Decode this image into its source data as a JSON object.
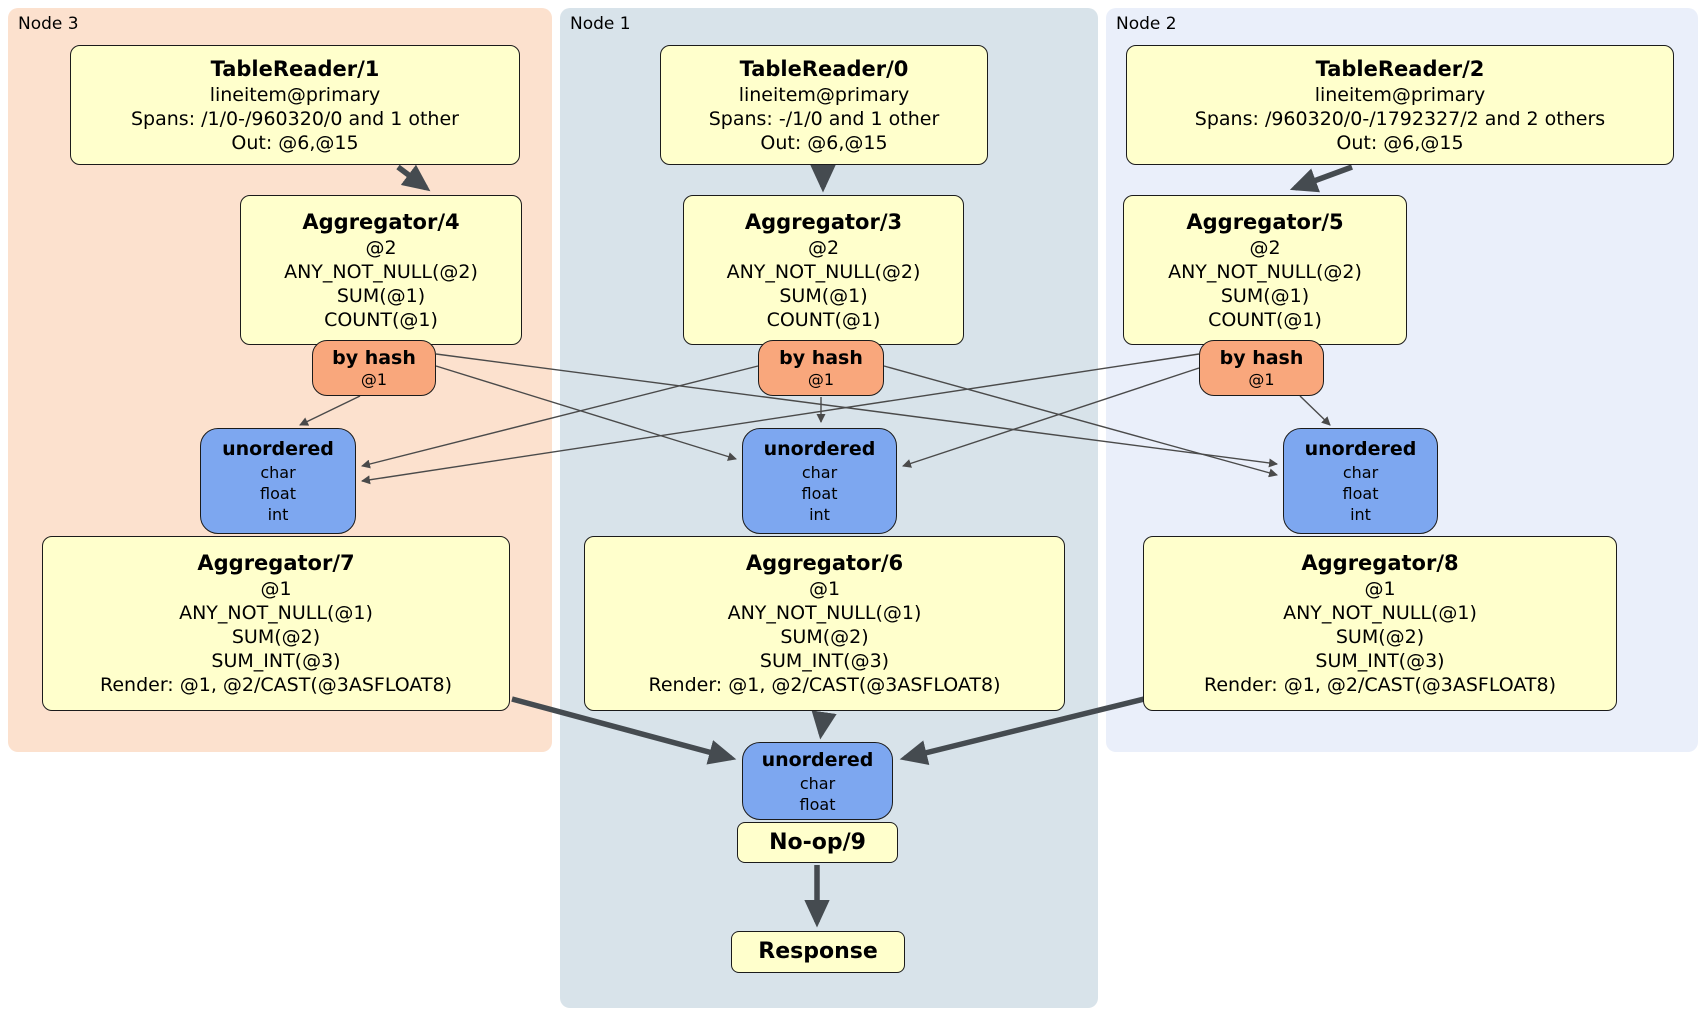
{
  "groups": [
    {
      "name": "Node 3",
      "table_reader": {
        "title": "TableReader/1",
        "index": "lineitem@primary",
        "spans": "Spans: /1/0-/960320/0 and 1 other",
        "out": "Out: @6,@15"
      },
      "aggregator": {
        "title": "Aggregator/4",
        "lines": [
          "@2",
          "ANY_NOT_NULL(@2)",
          "SUM(@1)",
          "COUNT(@1)"
        ]
      },
      "router": {
        "title": "by hash",
        "key": "@1"
      },
      "sync": {
        "title": "unordered",
        "columns": [
          "char",
          "float",
          "int"
        ]
      },
      "final_aggregator": {
        "title": "Aggregator/7",
        "lines": [
          "@1",
          "ANY_NOT_NULL(@1)",
          "SUM(@2)",
          "SUM_INT(@3)",
          "Render: @1, @2/CAST(@3ASFLOAT8)"
        ]
      }
    },
    {
      "name": "Node 1",
      "table_reader": {
        "title": "TableReader/0",
        "index": "lineitem@primary",
        "spans": "Spans: -/1/0 and 1 other",
        "out": "Out: @6,@15"
      },
      "aggregator": {
        "title": "Aggregator/3",
        "lines": [
          "@2",
          "ANY_NOT_NULL(@2)",
          "SUM(@1)",
          "COUNT(@1)"
        ]
      },
      "router": {
        "title": "by hash",
        "key": "@1"
      },
      "sync": {
        "title": "unordered",
        "columns": [
          "char",
          "float",
          "int"
        ]
      },
      "final_aggregator": {
        "title": "Aggregator/6",
        "lines": [
          "@1",
          "ANY_NOT_NULL(@1)",
          "SUM(@2)",
          "SUM_INT(@3)",
          "Render: @1, @2/CAST(@3ASFLOAT8)"
        ]
      }
    },
    {
      "name": "Node 2",
      "table_reader": {
        "title": "TableReader/2",
        "index": "lineitem@primary",
        "spans": "Spans: /960320/0-/1792327/2 and 2 others",
        "out": "Out: @6,@15"
      },
      "aggregator": {
        "title": "Aggregator/5",
        "lines": [
          "@2",
          "ANY_NOT_NULL(@2)",
          "SUM(@1)",
          "COUNT(@1)"
        ]
      },
      "router": {
        "title": "by hash",
        "key": "@1"
      },
      "sync": {
        "title": "unordered",
        "columns": [
          "char",
          "float",
          "int"
        ]
      },
      "final_aggregator": {
        "title": "Aggregator/8",
        "lines": [
          "@1",
          "ANY_NOT_NULL(@1)",
          "SUM(@2)",
          "SUM_INT(@3)",
          "Render: @1, @2/CAST(@3ASFLOAT8)"
        ]
      }
    }
  ],
  "final_stage": {
    "sync": {
      "title": "unordered",
      "columns": [
        "char",
        "float"
      ]
    },
    "noop": "No-op/9",
    "response": "Response"
  },
  "colors": {
    "node3_bg": "#fce1ce",
    "node1_bg": "#d8e3ea",
    "node2_bg": "#eaeffa",
    "processor_fill": "#ffffcc",
    "router_fill": "#f9a77c",
    "sync_fill": "#7da7f0",
    "edge": "#4a4f53"
  }
}
